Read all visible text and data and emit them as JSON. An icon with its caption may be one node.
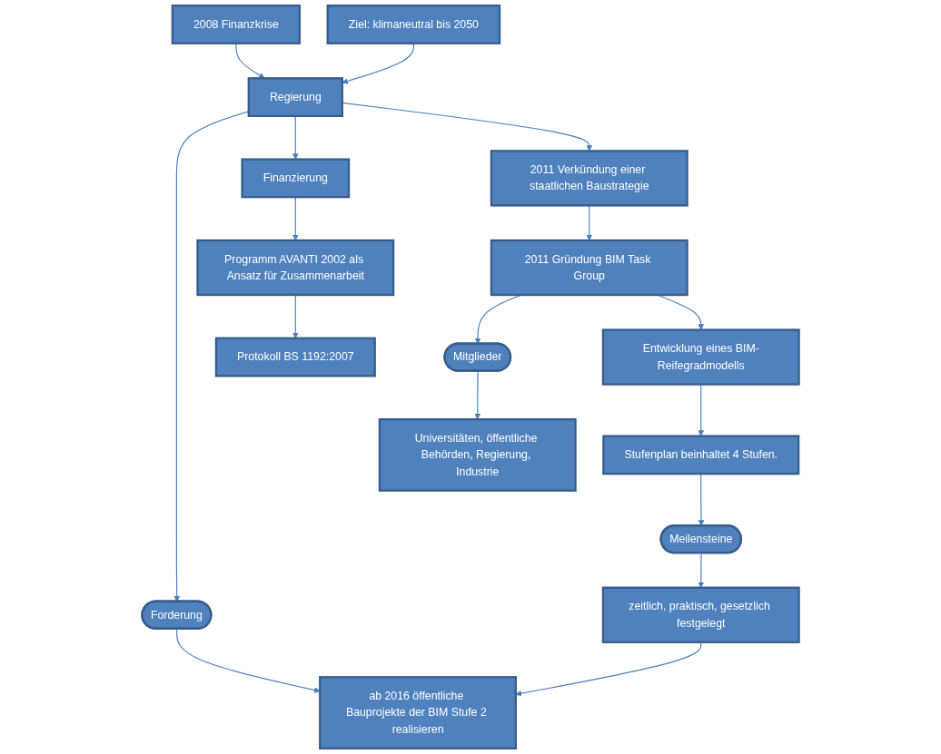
{
  "diagram": {
    "nodes": [
      {
        "text": [
          "2008 Finanzkrise"
        ]
      },
      {
        "text": [
          "Ziel: klimaneutral bis 2050"
        ]
      },
      {
        "text": [
          "2011 Verkündung einer staatlichen Baustrategie"
        ]
      },
      {
        "text": [
          "Regierung"
        ]
      },
      {
        "text": [
          "Finanzierung"
        ]
      },
      {
        "text": [
          "Entwicklung eines BIM-Reifegradmodells"
        ]
      },
      {
        "text": [
          "Programm AVANTI 2002 als Ansatz für Zusammenarbeit"
        ]
      },
      {
        "text": [
          "2011 Gründung BIM Task Group"
        ]
      },
      {
        "text": [
          "Stufenplan beinhaltet 4 Stufen."
        ]
      },
      {
        "text": [
          "Protokoll BS 1192:2007"
        ]
      },
      {
        "text": [
          "Mitglieder"
        ]
      },
      {
        "text": [
          "Meilensteine"
        ]
      },
      {
        "text": [
          "Universitäten, öffentliche Behörden, Regierung, Industrie"
        ]
      },
      {
        "text": [
          "Forderung"
        ]
      },
      {
        "text": [
          "zeitlich, praktisch, gesetzlich festgelegt"
        ]
      },
      {
        "text": [
          "ab 2016 öffentliche Bauprojekte der BIM Stufe 2 realisieren"
        ]
      }
    ],
    "edges": [
      {
        "from": 0,
        "to": 3,
        "arrow": "to"
      },
      {
        "from": 1,
        "to": 3,
        "arrow": "to"
      },
      {
        "from": 3,
        "to": 4,
        "arrow": "to"
      },
      {
        "from": 3,
        "to": 2,
        "arrow": "to"
      },
      {
        "from": 2,
        "to": 7,
        "arrow": "to"
      },
      {
        "from": 3,
        "to": 13,
        "arrow": "to"
      },
      {
        "from": 4,
        "to": 6,
        "arrow": "to"
      },
      {
        "from": 6,
        "to": 9,
        "arrow": "to"
      },
      {
        "from": 7,
        "to": 5,
        "arrow": "to"
      },
      {
        "from": 7,
        "to": 10,
        "arrow": "to"
      },
      {
        "from": 5,
        "to": 8,
        "arrow": "to"
      },
      {
        "from": 8,
        "to": 11,
        "arrow": "to"
      },
      {
        "from": 10,
        "to": 12,
        "arrow": "to"
      },
      {
        "from": 11,
        "to": 14,
        "arrow": "to"
      },
      {
        "from": 13,
        "to": 15,
        "arrow": "to"
      },
      {
        "from": 14,
        "to": 15,
        "arrow": "to"
      }
    ]
  }
}
